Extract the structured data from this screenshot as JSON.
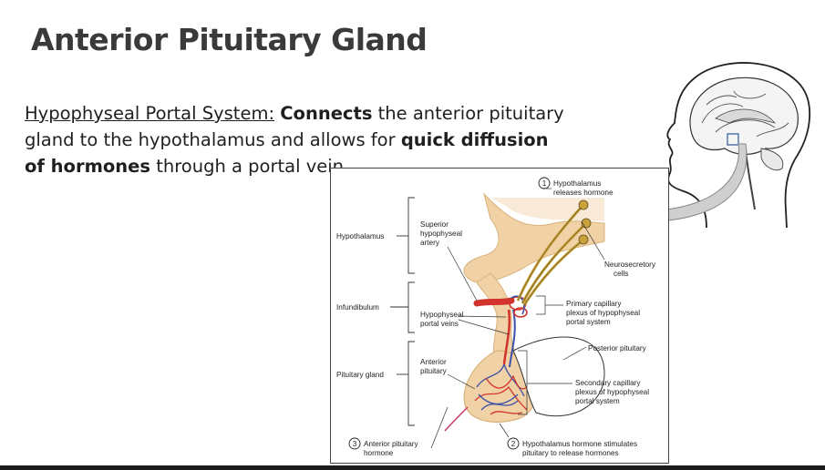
{
  "page": {
    "title": "Anterior Pituitary Gland"
  },
  "description": {
    "term": "Hypophyseal Portal System:",
    "bold1": "Connects",
    "text1": " the anterior pituitary gland to the hypothalamus and allows for ",
    "bold2": "quick diffusion of hormones",
    "text2": " through a portal vein"
  },
  "figure": {
    "left_labels": {
      "hypothalamus": "Hypothalamus",
      "infundibulum": "Infundibulum",
      "pituitary_gland": "Pituitary gland"
    },
    "inner_labels": {
      "superior_artery": [
        "Superior",
        "hypophyseal",
        "artery"
      ],
      "portal_veins": [
        "Hypophyseal",
        "portal veins"
      ],
      "anterior_pituitary": [
        "Anterior",
        "pituitary"
      ]
    },
    "right_labels": {
      "neurosecretory": [
        "Neurosecretory",
        "cells"
      ],
      "primary_plexus": [
        "Primary capillary",
        "plexus of hypophyseal",
        "portal system"
      ],
      "posterior_pituitary": [
        "Posterior pituitary"
      ],
      "secondary_plexus": [
        "Secondary capillary",
        "plexus of hypophyseal",
        "portal system"
      ]
    },
    "steps": [
      {
        "num": "1",
        "lines": [
          "Hypothalamus",
          "releases hormone"
        ]
      },
      {
        "num": "2",
        "lines": [
          "Hypothalamus hormone stimulates",
          "pituitary to release hormones"
        ]
      },
      {
        "num": "3",
        "lines": [
          "Anterior pituitary",
          "hormone"
        ]
      }
    ]
  },
  "colors": {
    "artery": "#d2332b",
    "vein": "#3b4fa8",
    "tissue": "#f1d2a6",
    "tissue_dark": "#e0b37c",
    "axon": "#c9a23a",
    "arrow": "#c9c9c9"
  }
}
